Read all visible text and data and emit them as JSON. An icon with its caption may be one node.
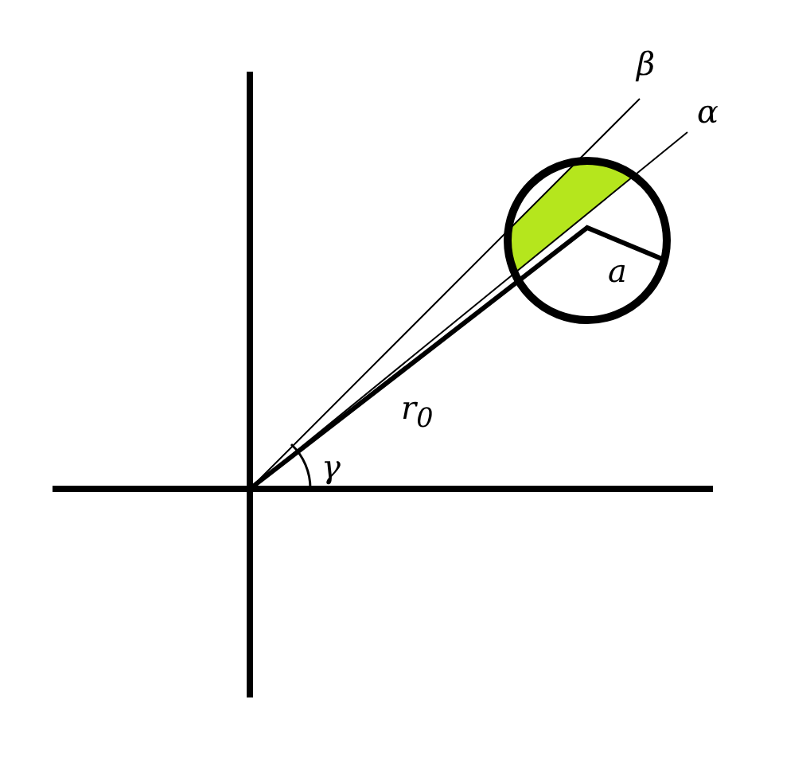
{
  "diagram": {
    "labels": [
      "β",
      "α",
      "a",
      "r$_{0}$",
      "γ"
    ]
  }
}
